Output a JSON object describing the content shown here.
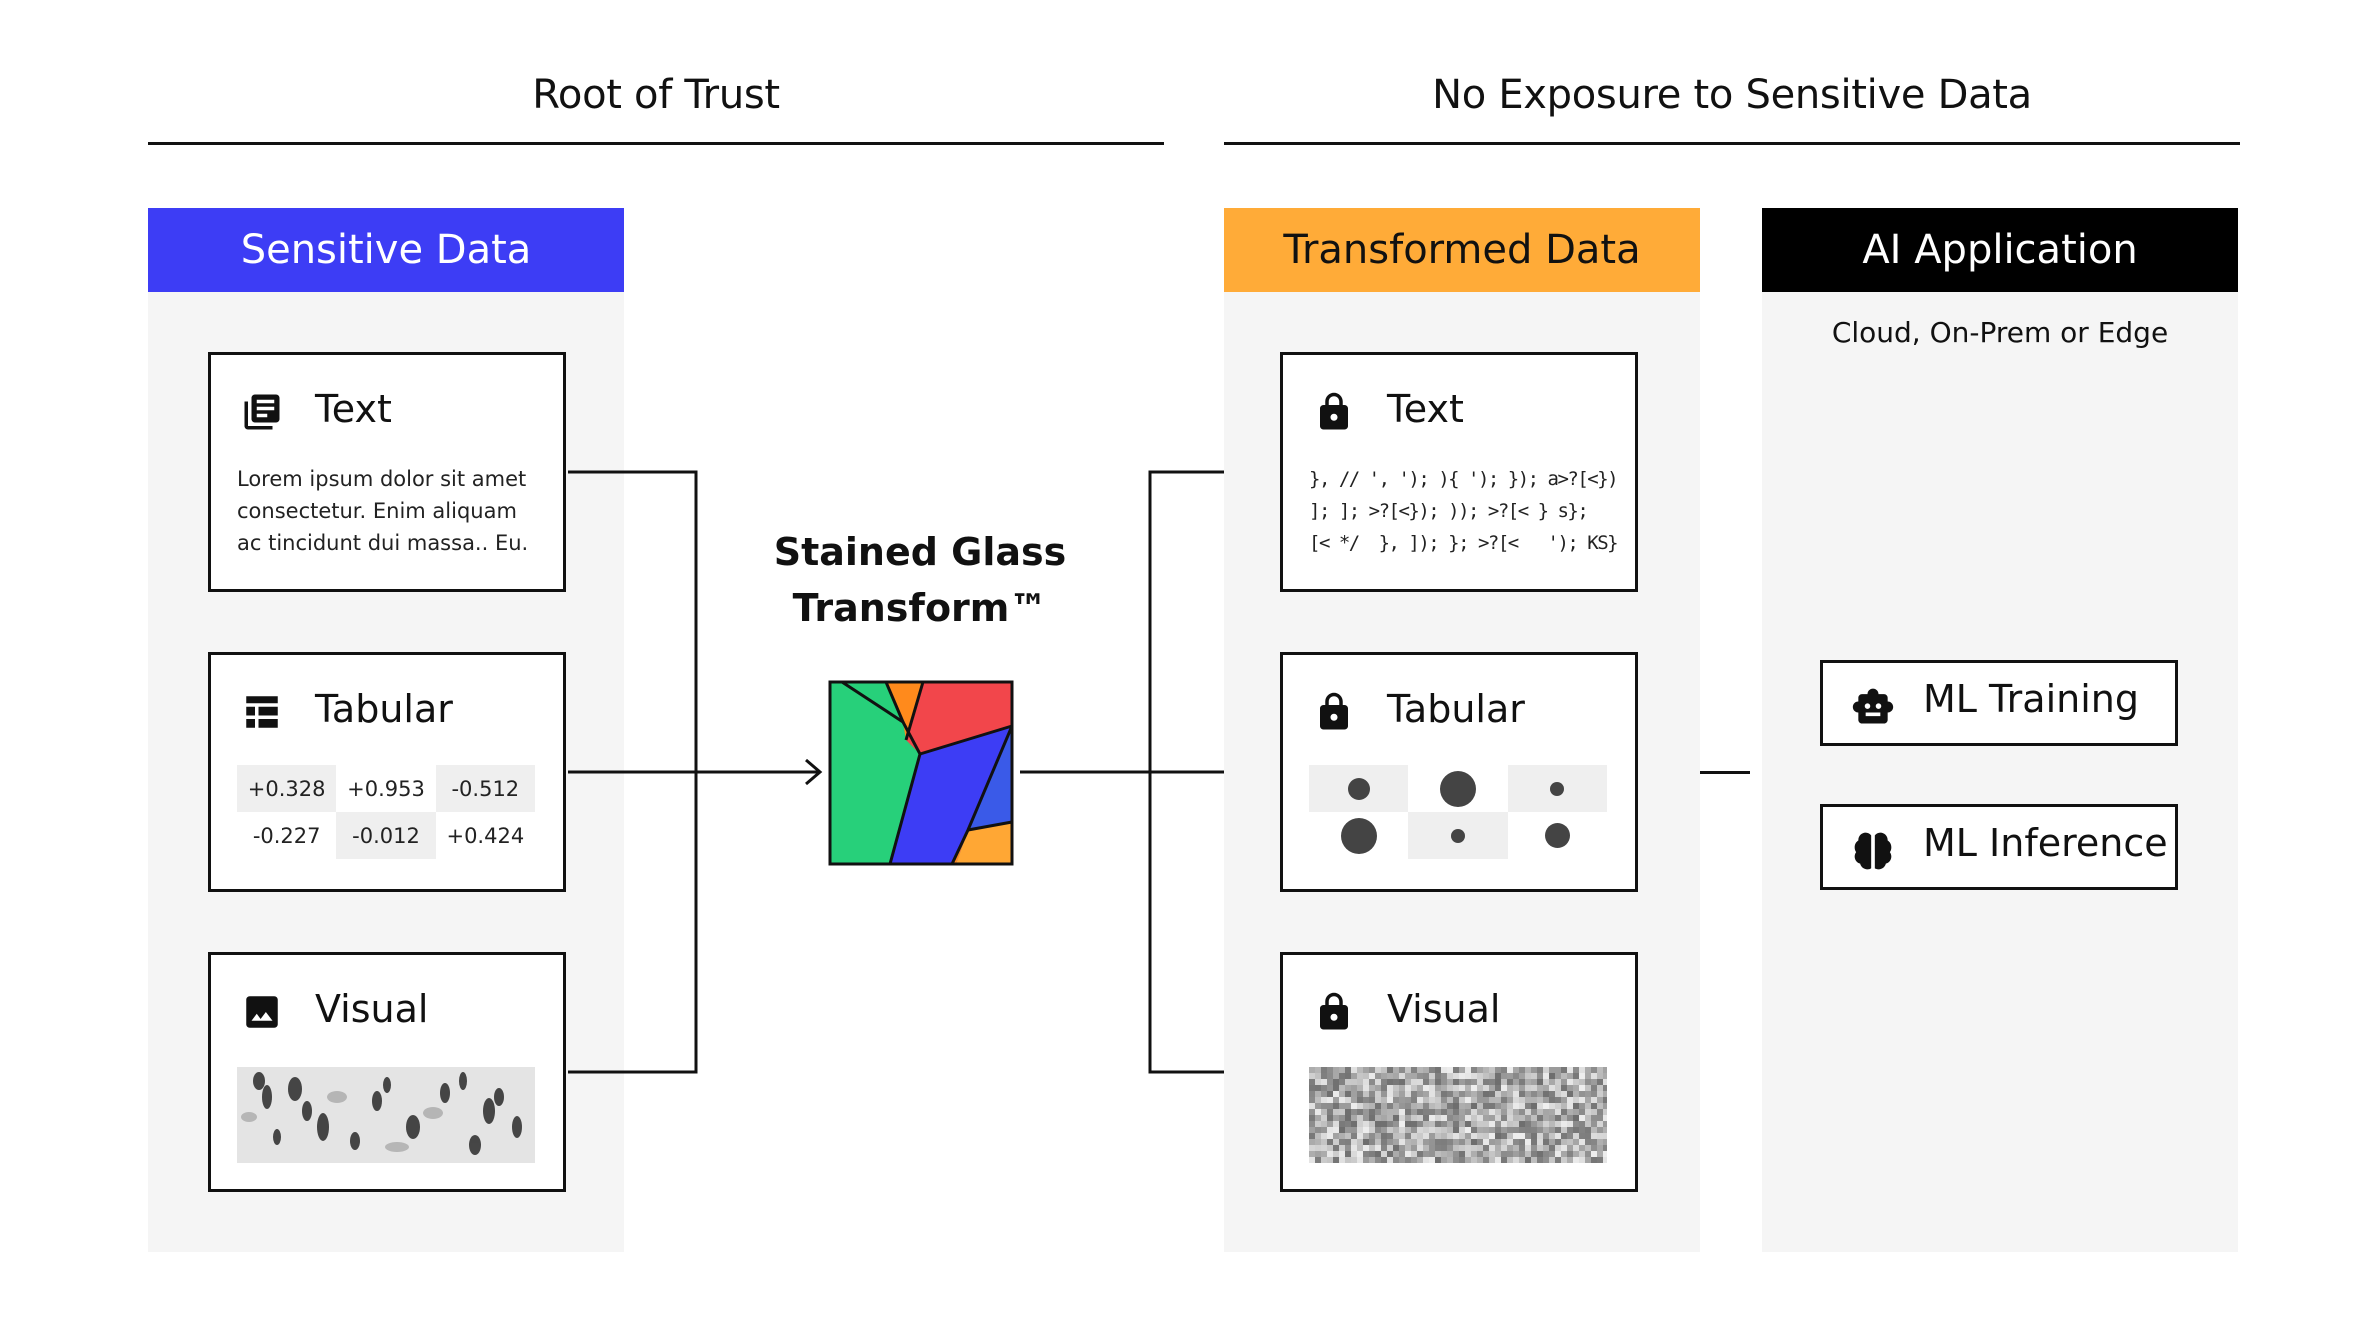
{
  "sections": {
    "left_title": "Root of Trust",
    "right_title": "No Exposure to Sensitive Data"
  },
  "sensitive": {
    "header": "Sensitive Data",
    "header_color": "#3d3df5",
    "text_card": {
      "title": "Text",
      "icon": "document-icon",
      "body": "Lorem ipsum dolor sit amet consectetur. Enim aliquam ac tincidunt dui massa.. Eu."
    },
    "tabular_card": {
      "title": "Tabular",
      "icon": "table-icon",
      "cells": [
        "+0.328",
        "+0.953",
        "-0.512",
        "-0.227",
        "-0.012",
        "+0.424"
      ]
    },
    "visual_card": {
      "title": "Visual",
      "icon": "image-icon"
    }
  },
  "transform": {
    "line1": "Stained Glass",
    "line2": "Transform™",
    "icon": "stained-glass-icon"
  },
  "transformed": {
    "header": "Transformed Data",
    "header_color": "#ffab38",
    "text_card": {
      "title": "Text",
      "icon": "lock-icon",
      "line1": "}, // ', '); ){ '); }); a>?[<}); \"> });",
      "line2": "]; ]; >?[<}); )); >?[< } s};    '); >?",
      "line3": "[< */  }, ]); }; >?[<   '); KS}); });..."
    },
    "tabular_card": {
      "title": "Tabular",
      "icon": "lock-icon",
      "dot_sizes": [
        0.6,
        1.0,
        0.4,
        1.0,
        0.4,
        0.7
      ]
    },
    "visual_card": {
      "title": "Visual",
      "icon": "lock-icon"
    }
  },
  "ai": {
    "header": "AI Application",
    "header_color": "#000000",
    "subtitle": "Cloud, On-Prem or Edge",
    "buttons": [
      {
        "label": "ML Training",
        "icon": "robot-icon"
      },
      {
        "label": "ML Inference",
        "icon": "brain-icon"
      }
    ]
  }
}
